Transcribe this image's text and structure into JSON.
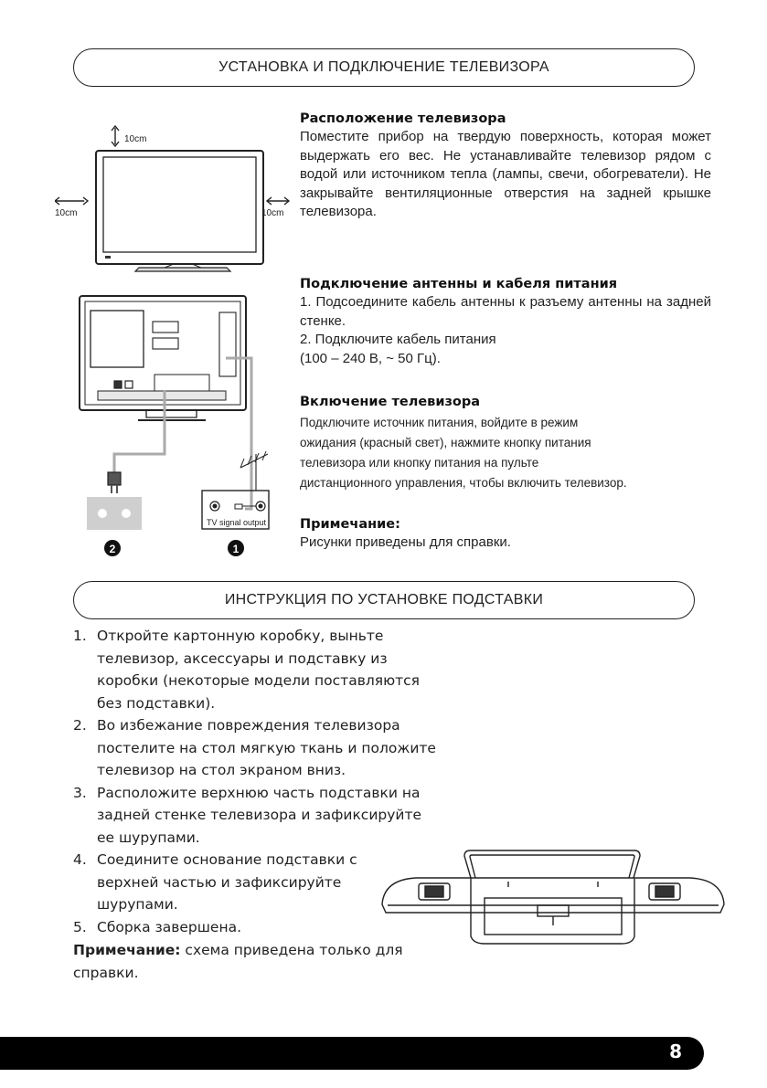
{
  "sections": {
    "install_header": "УСТАНОВКА И ПОДКЛЮЧЕНИЕ ТЕЛЕВИЗОРА",
    "stand_header": "ИНСТРУКЦИЯ ПО УСТАНОВКЕ ПОДСТАВКИ"
  },
  "placement": {
    "title": "Расположение телевизора",
    "text": "Поместите прибор на твердую поверхность, которая может выдержать его вес. Не устанавливайте телевизор рядом с водой или источником тепла (лампы, свечи, обогреватели). Не закрывайте вентиляционные отверстия на задней крышке телевизора."
  },
  "antenna": {
    "title": "Подключение антенны и кабеля питания",
    "line1": "1. Подсоедините кабель антенны к разъему антенны на задней стенке.",
    "line2": "2. Подключите кабель питания",
    "line3": "(100 – 240 В, ~ 50 Гц)."
  },
  "power_on": {
    "title": "Включение телевизора",
    "line1": "Подключите источник питания, войдите в режим",
    "line2": "ожидания (красный свет), нажмите кнопку питания",
    "line3": "телевизора или кнопку питания на пульте",
    "line4": "дистанционного управления, чтобы включить телевизор."
  },
  "note": {
    "title": "Примечание:",
    "text": "Рисунки приведены для справки."
  },
  "diagram": {
    "clearance_top": "10cm",
    "clearance_left": "10cm",
    "clearance_right": "10cm",
    "tv_signal_output": "TV signal output",
    "marker_1": "1",
    "marker_2": "2"
  },
  "stand_steps": [
    {
      "num": "1.",
      "text": "Откройте картонную коробку, выньте телевизор, аксессуары и подставку из коробки (некоторые модели поставляются без подставки)."
    },
    {
      "num": "2.",
      "text": "Во избежание повреждения телевизора постелите на стол мягкую ткань и положите телевизор на стол экраном вниз."
    },
    {
      "num": "3.",
      "text": "Расположите верхнюю часть подставки на задней стенке телевизора и зафиксируйте ее шурупами."
    },
    {
      "num": "4.",
      "text": "Соедините основание подставки с верхней частью и зафиксируйте шурупами."
    },
    {
      "num": "5.",
      "text": "Сборка завершена."
    }
  ],
  "stand_note": {
    "label": "Примечание:",
    "text": " схема приведена только для справки."
  },
  "page_number": "8"
}
